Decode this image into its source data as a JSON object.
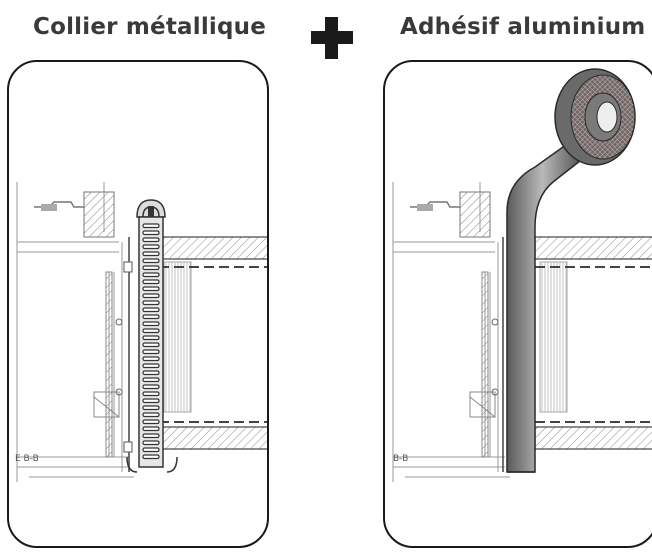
{
  "left_panel": {
    "title": "Collier métallique",
    "section_label": "E  B-B"
  },
  "right_panel": {
    "title": "Adhésif aluminium",
    "section_label": "B-B"
  },
  "connector": {
    "icon": "plus-icon",
    "color": "#1a1a1a"
  }
}
